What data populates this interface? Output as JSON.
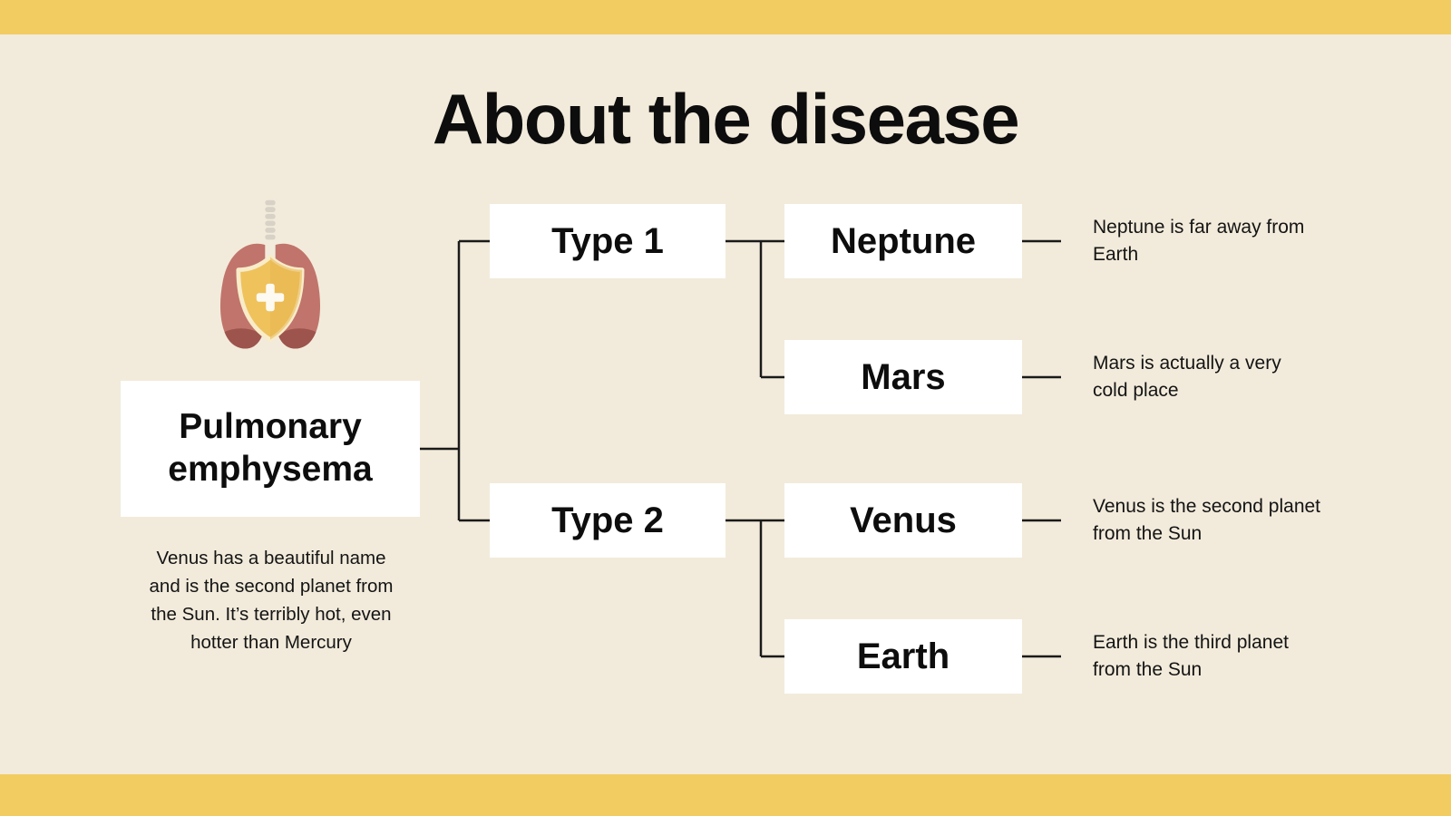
{
  "slide": {
    "title": "About the disease"
  },
  "colors": {
    "accent": "#f2cc60",
    "background": "#f2ebdb",
    "node_bg": "#ffffff",
    "text": "#0d0d0d",
    "line": "#1a1a1a",
    "lung": "#c1746b",
    "lung_dark": "#9c544c",
    "shield": "#efc25c",
    "shield_border": "#f8ecc9",
    "cross": "#fdfaf2"
  },
  "icon": {
    "name": "lungs-with-shield-icon"
  },
  "tree": {
    "root_label": "Pulmonary emphysema",
    "root_description": "Venus has a beautiful name and is the second planet from the Sun. It’s terribly hot, even hotter than Mercury",
    "branches": [
      {
        "label": "Type 1",
        "children": [
          {
            "label": "Neptune",
            "description": "Neptune is far away from Earth"
          },
          {
            "label": "Mars",
            "description": "Mars is actually a very cold place"
          }
        ]
      },
      {
        "label": "Type 2",
        "children": [
          {
            "label": "Venus",
            "description": "Venus is the second planet from the Sun"
          },
          {
            "label": "Earth",
            "description": "Earth is the third planet from the Sun"
          }
        ]
      }
    ]
  }
}
